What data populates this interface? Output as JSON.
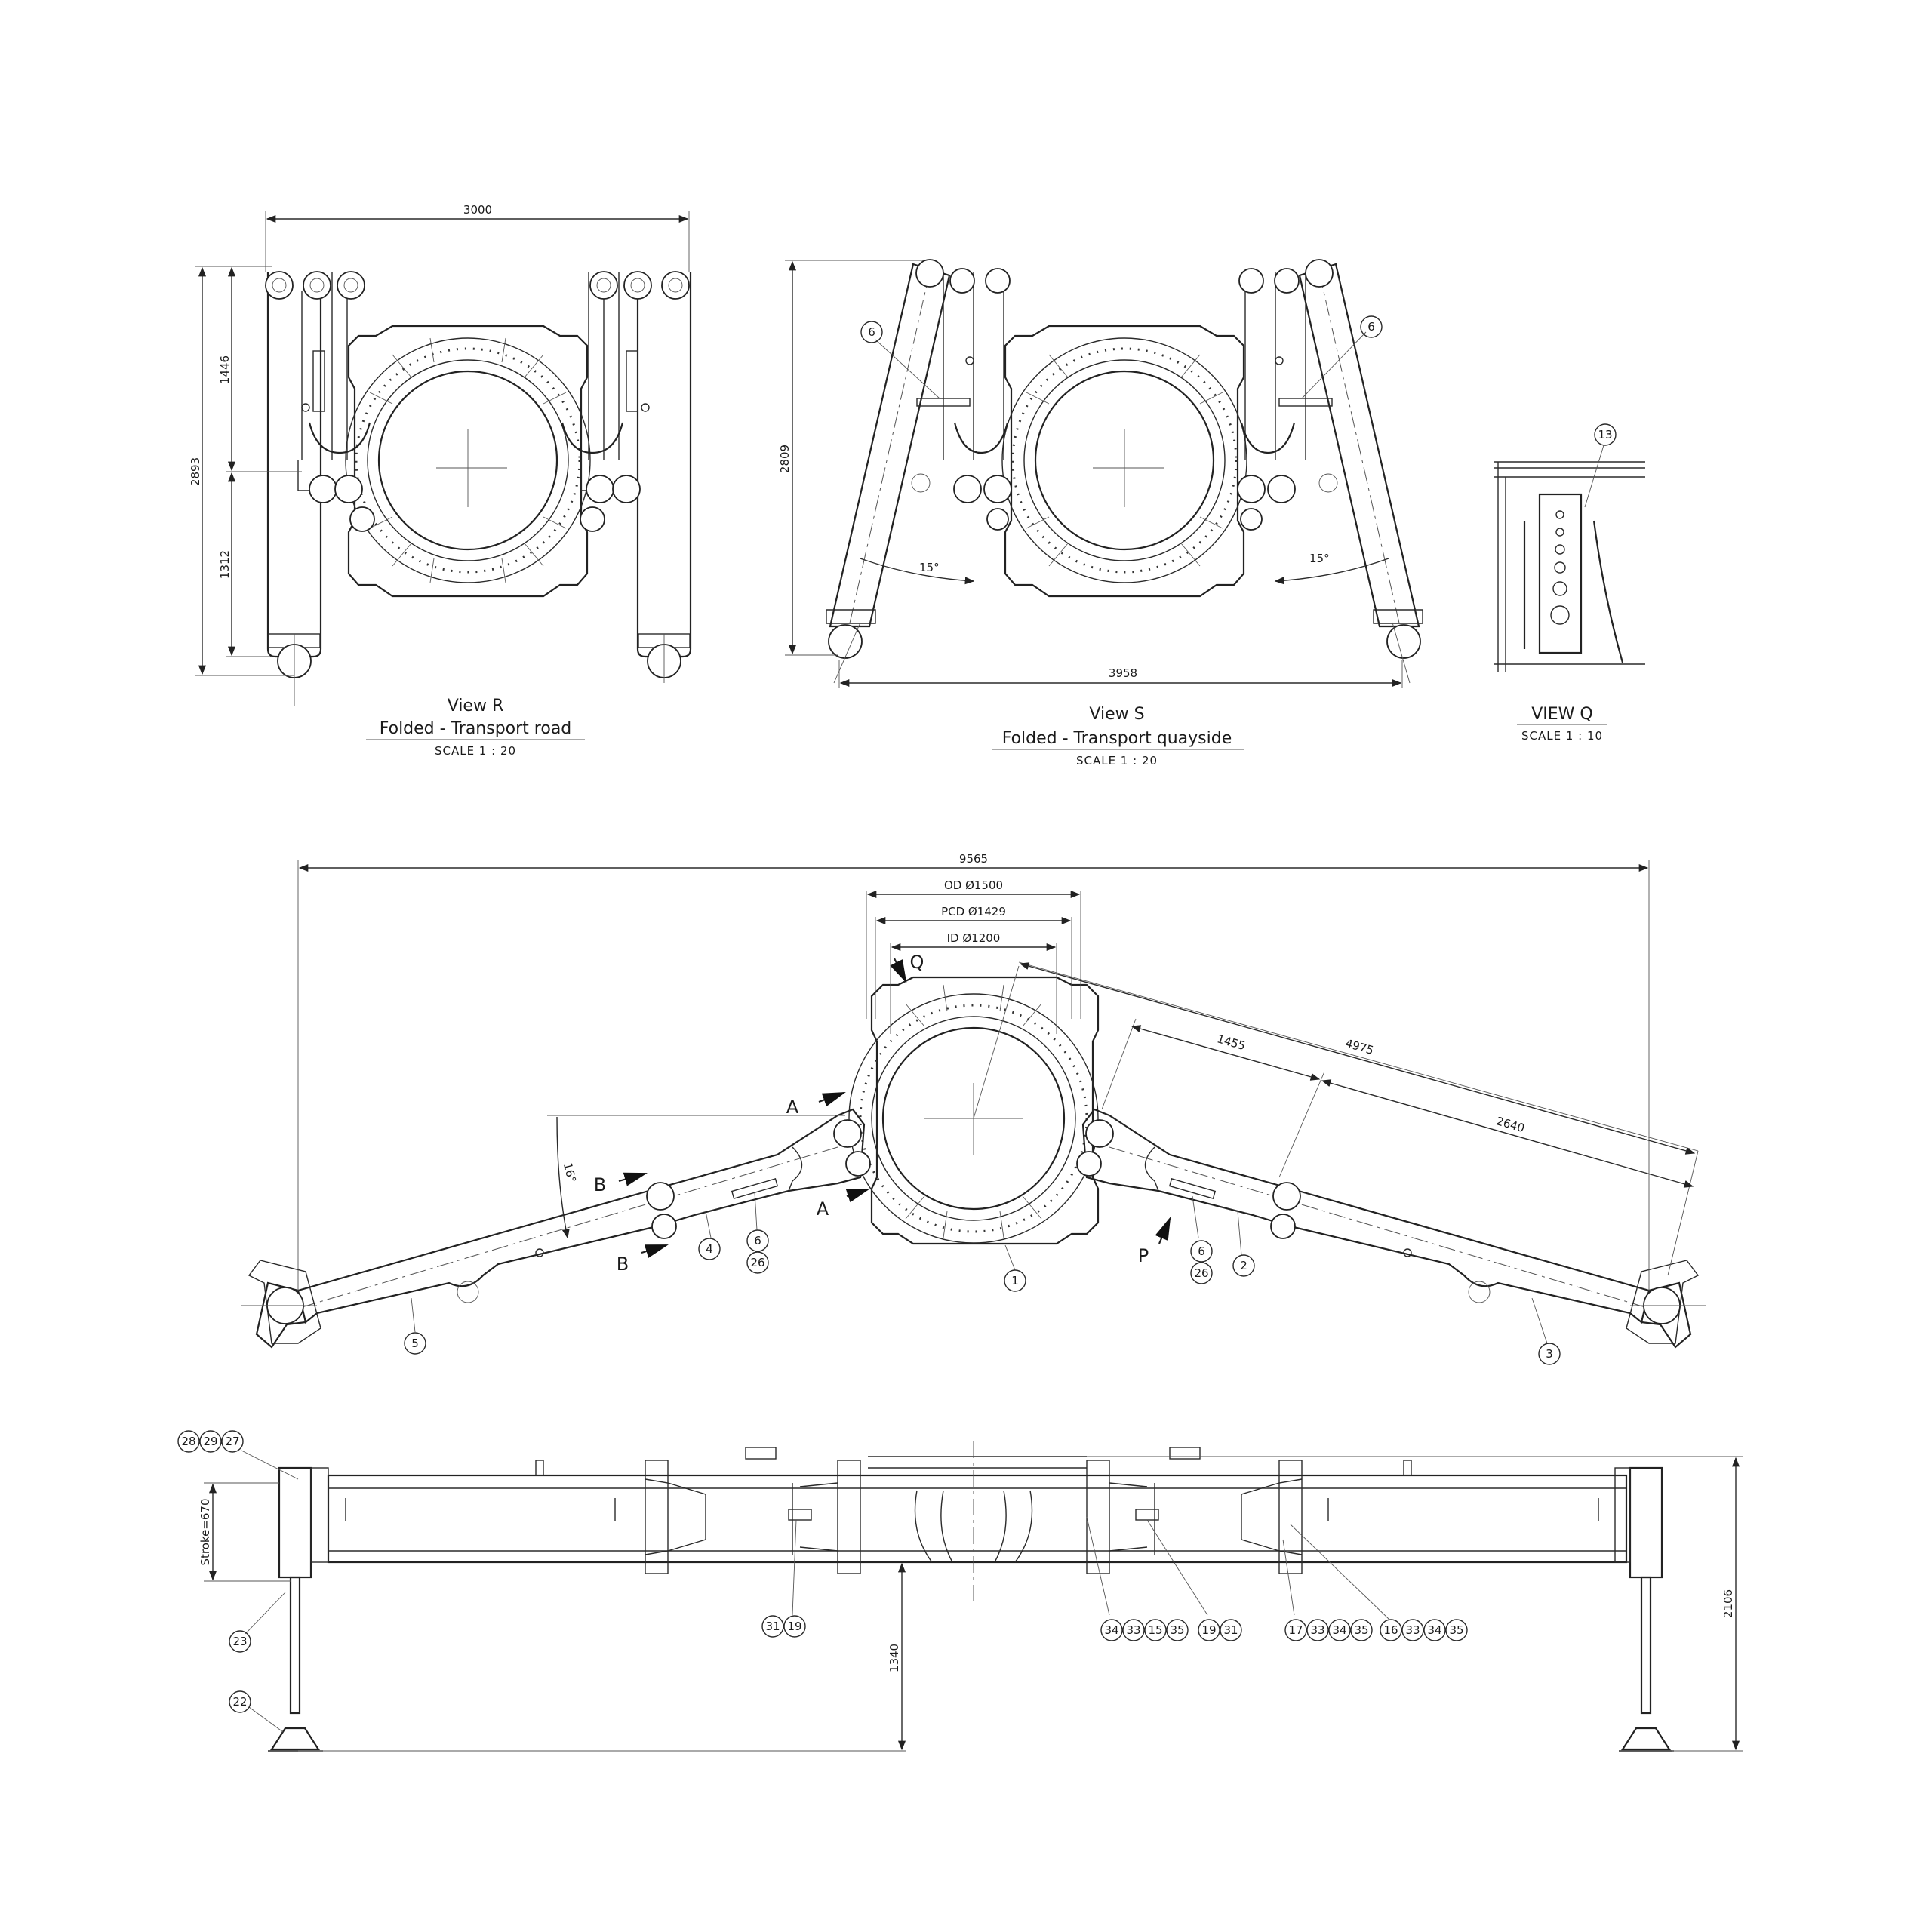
{
  "views": {
    "r": {
      "title": "View R",
      "subtitle": "Folded - Transport road",
      "scale": "SCALE 1 : 20"
    },
    "s": {
      "title": "View S",
      "subtitle": "Folded - Transport quayside",
      "scale": "SCALE 1 : 20"
    },
    "q": {
      "title": "VIEW Q",
      "scale": "SCALE 1 : 10"
    }
  },
  "dimensions": {
    "r_width": "3000",
    "r_height": "2893",
    "r_upper": "1446",
    "r_lower": "1312",
    "s_height": "2809",
    "s_width": "3958",
    "s_angle_left": "15°",
    "s_angle_right": "15°",
    "overall_width": "9565",
    "od": "OD Ø1500",
    "pcd": "PCD Ø1429",
    "id": "ID Ø1200",
    "arm_1455": "1455",
    "arm_4975": "4975",
    "arm_2640": "2640",
    "arm_angle": "16°",
    "stroke": "Stroke=670",
    "h_1340": "1340",
    "h_2106": "2106"
  },
  "section_marks": {
    "q": "Q",
    "a_top": "A",
    "a_bottom": "A",
    "b_top": "B",
    "b_bottom": "B",
    "p": "P"
  },
  "balloons": {
    "s_left": "6",
    "s_right": "6",
    "q_13": "13",
    "top_4": "4",
    "top_6l": "6",
    "top_26l": "26",
    "top_1": "1",
    "top_6r": "6",
    "top_26r": "26",
    "top_2": "2",
    "top_5": "5",
    "top_3": "3",
    "e_28": "28",
    "e_29": "29",
    "e_27": "27",
    "e_23": "23",
    "e_22": "22",
    "e_31a": "31",
    "e_19a": "19",
    "e_34a": "34",
    "e_33a": "33",
    "e_15": "15",
    "e_35a": "35",
    "e_19b": "19",
    "e_31b": "31",
    "e_17": "17",
    "e_33b": "33",
    "e_34b": "34",
    "e_35b": "35",
    "e_16": "16",
    "e_33c": "33",
    "e_34c": "34",
    "e_35c": "35"
  }
}
